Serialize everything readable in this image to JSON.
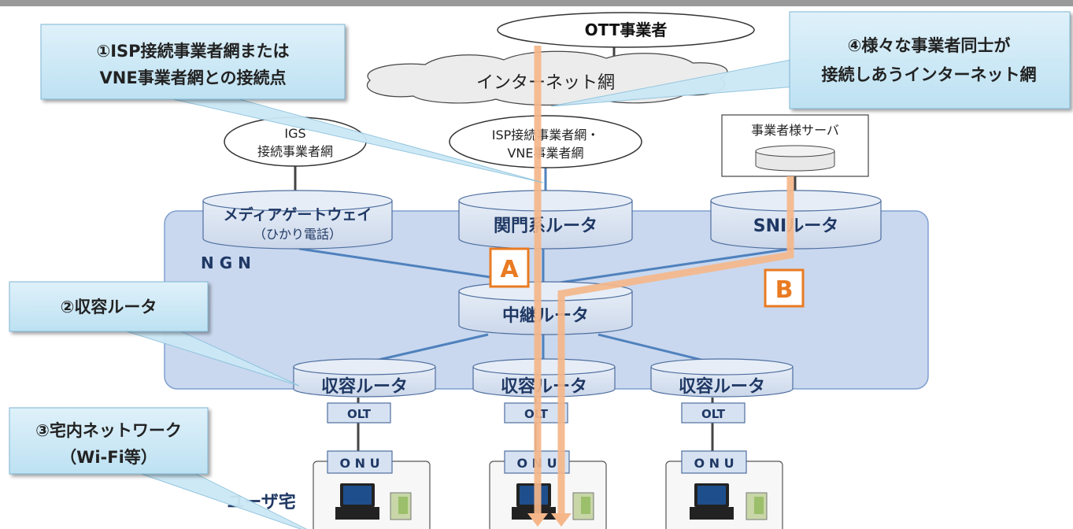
{
  "callouts": {
    "c1": [
      "①ISP接続事業者網または",
      "VNE事業者網との接続点"
    ],
    "c2": [
      "②収容ルータ"
    ],
    "c3": [
      "③宅内ネットワーク",
      "（Wi-Fi等）"
    ],
    "c4": [
      "④様々な事業者同士が",
      "接続しあうインターネット網"
    ]
  },
  "clouds": {
    "ott": "OTT事業者",
    "internet": "インターネット網",
    "igs": [
      "IGS",
      "接続事業者網"
    ],
    "isp": [
      "ISP接続事業者網・",
      "VNE事業者網"
    ]
  },
  "server": {
    "label": "事業者様サーバ"
  },
  "ngn_label": "N G N",
  "routers": {
    "media_gateway": "メディアゲートウェイ",
    "media_gateway_sub": "（ひかり電話）",
    "gateway_router": "関門系ルータ",
    "sni_router": "SNIルータ",
    "relay_router": "中継ルータ",
    "access_router": "収容ルータ"
  },
  "olt": "OLT",
  "onu": "O N U",
  "user_home": "ユーザ宅",
  "markers": {
    "a": "A",
    "b": "B"
  },
  "colors": {
    "ngn_fill": "#c9d8ef",
    "line_blue": "#4f81bd",
    "route_orange": "#f5b78a",
    "marker_orange": "#e97b22",
    "callout_fill": "#cce8f6"
  }
}
